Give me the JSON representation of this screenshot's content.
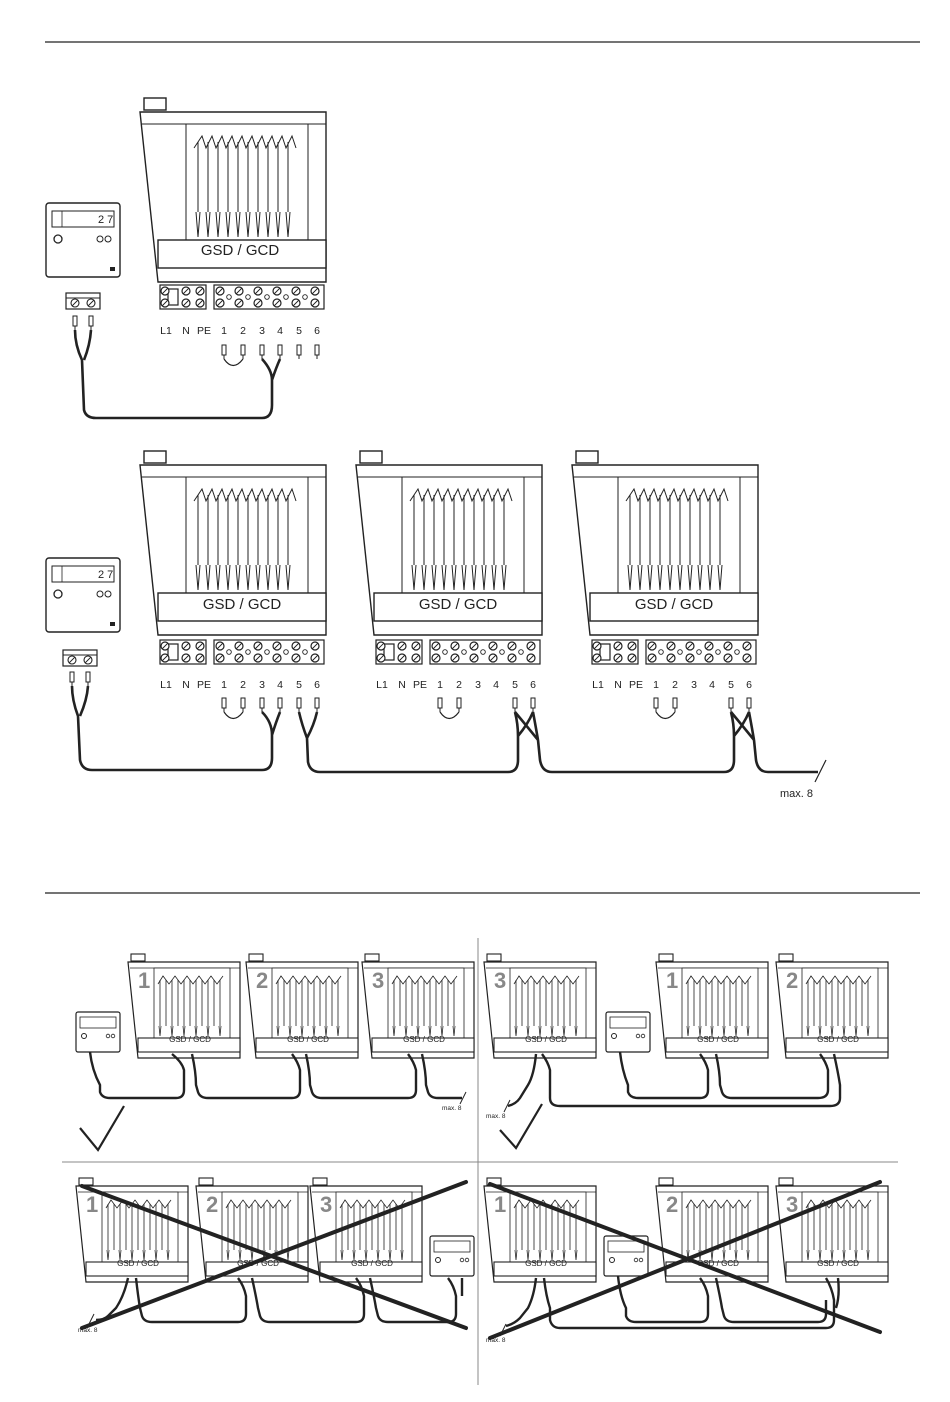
{
  "unit_label": "GSD / GCD",
  "terminal_labels": [
    "L1",
    "N",
    "PE",
    "1",
    "2",
    "3",
    "4",
    "5",
    "6"
  ],
  "max_label": "max. 8",
  "display_text": "2 7",
  "quadrants": [
    {
      "order": [
        "1",
        "2",
        "3"
      ],
      "mark": "check"
    },
    {
      "order": [
        "3",
        "1",
        "2"
      ],
      "mark": "check"
    },
    {
      "order": [
        "1",
        "2",
        "3"
      ],
      "mark": "cross"
    },
    {
      "order": [
        "1",
        "2",
        "3"
      ],
      "mark": "cross"
    }
  ],
  "colors": {
    "line": "#222222",
    "light": "#888888"
  }
}
